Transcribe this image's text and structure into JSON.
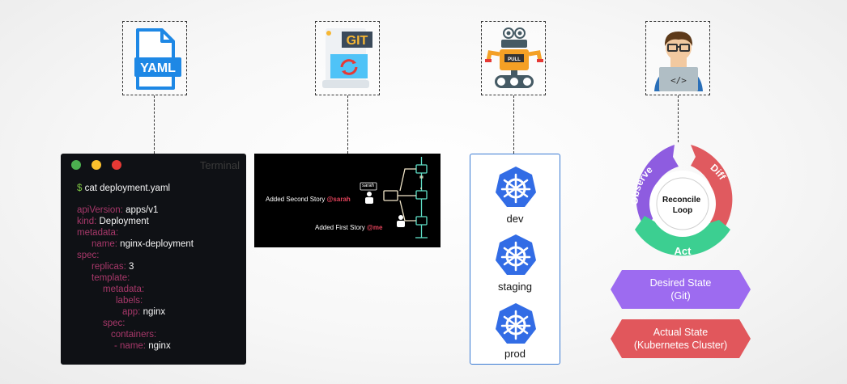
{
  "icons": {
    "yaml_label": "YAML",
    "git_label": "GIT",
    "robot_label": "PULL"
  },
  "terminal": {
    "title": "Terminal",
    "prompt_symbol": "$",
    "command": "cat deployment.yaml",
    "lines": [
      {
        "key": "apiVersion:",
        "value": "apps/v1"
      },
      {
        "key": "kind:",
        "value": "Deployment"
      },
      {
        "key": "metadata:",
        "value": ""
      },
      {
        "key": "name:",
        "value": "nginx-deployment"
      },
      {
        "key": "spec:",
        "value": ""
      },
      {
        "key": "replicas:",
        "value": "3"
      },
      {
        "key": "template:",
        "value": ""
      },
      {
        "key": "metadata:",
        "value": ""
      },
      {
        "key": "labels:",
        "value": ""
      },
      {
        "key": "app:",
        "value": "nginx"
      },
      {
        "key": "spec:",
        "value": ""
      },
      {
        "key": "containers:",
        "value": ""
      },
      {
        "key": "- name:",
        "value": "nginx"
      }
    ]
  },
  "git": {
    "commit2_text": "Added Second Story",
    "commit2_author": "@sarah",
    "commit1_text": "Added First Story",
    "commit1_author": "@me",
    "tag": "sarah"
  },
  "environments": [
    {
      "label": "dev"
    },
    {
      "label": "staging"
    },
    {
      "label": "prod"
    }
  ],
  "reconcile": {
    "center_line1": "Reconcile",
    "center_line2": "Loop",
    "observe": "Observe",
    "diff": "Diff",
    "act": "Act",
    "desired_line1": "Desired State",
    "desired_line2": "(Git)",
    "actual_line1": "Actual State",
    "actual_line2": "(Kubernetes Cluster)"
  },
  "colors": {
    "observe": "#8e5ce0",
    "diff": "#e05a5f",
    "act": "#3ccf91",
    "desired": "#9d6bf0",
    "actual": "#e1575c",
    "k8s": "#326ce5",
    "terminal_key": "#a8386a",
    "git_author": "#e4435b"
  }
}
